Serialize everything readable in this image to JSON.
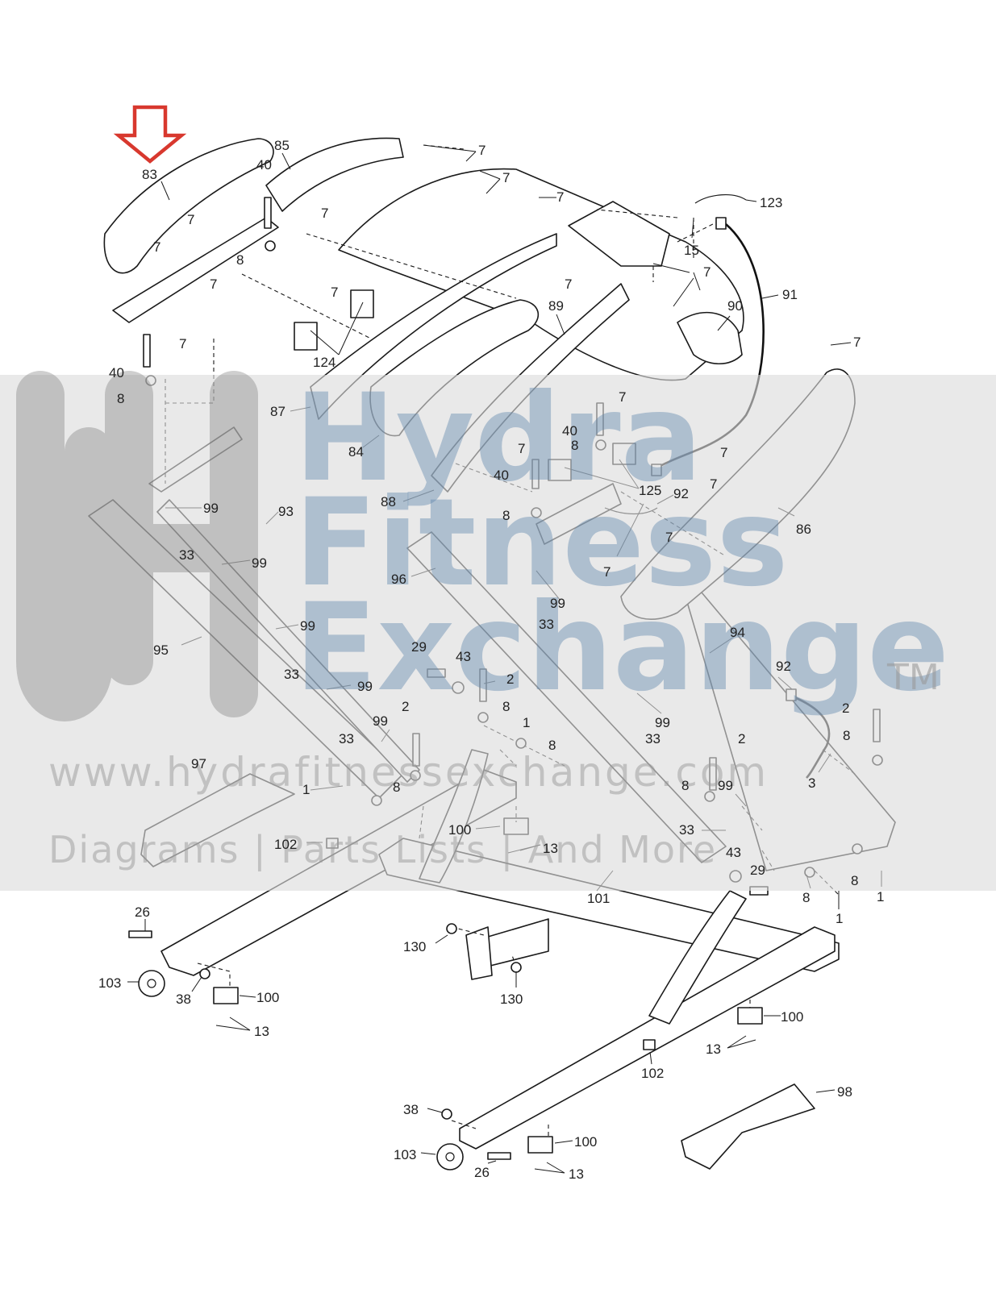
{
  "diagram": {
    "highlight_arrow_color": "#d8382e",
    "highlighted_part": "83",
    "callouts": {
      "c83": "83",
      "c85": "85",
      "c40a": "40",
      "c40b": "40",
      "c40c": "40",
      "c40d": "40",
      "c7": "7",
      "c8": "8",
      "c123": "123",
      "c15": "15",
      "c91": "91",
      "c90": "90",
      "c89": "89",
      "c124": "124",
      "c87": "87",
      "c84": "84",
      "c88": "88",
      "c125": "125",
      "c92": "92",
      "c86": "86",
      "c93": "93",
      "c99": "99",
      "c33": "33",
      "c95": "95",
      "c96": "96",
      "c94": "94",
      "c29": "29",
      "c43": "43",
      "c2": "2",
      "c1": "1",
      "c3": "3",
      "c97": "97",
      "c100": "100",
      "c102": "102",
      "c13": "13",
      "c101": "101",
      "c26": "26",
      "c103": "103",
      "c38": "38",
      "c130": "130",
      "c98": "98"
    }
  },
  "watermark": {
    "line1": "Hydra",
    "line2": "Fitness",
    "line3": "Exchange",
    "tm": "TM",
    "url": "www.hydrafitnessexchange.com",
    "tagline": "Diagrams | Parts Lists | And More"
  }
}
